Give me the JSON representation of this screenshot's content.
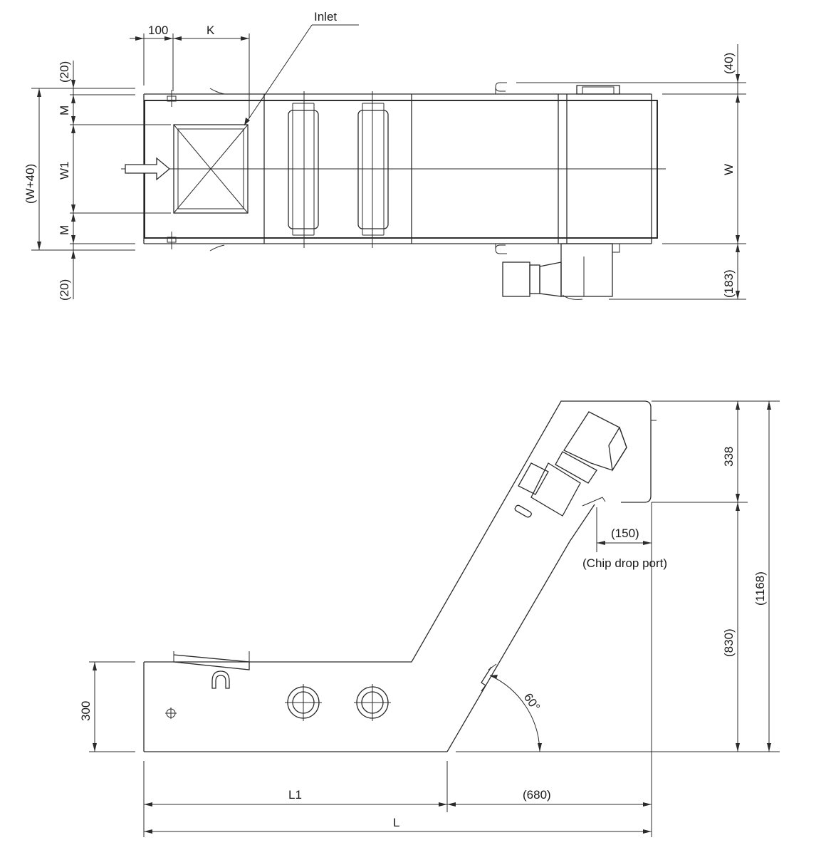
{
  "labels": {
    "inlet": "Inlet",
    "chip_drop_port": "(Chip drop port)",
    "angle": "60°"
  },
  "dims": {
    "d100": "100",
    "K": "K",
    "top_20": "(20)",
    "bottom_20": "(20)",
    "M_top": "M",
    "M_bottom": "M",
    "W1": "W1",
    "W_plus_40": "(W+40)",
    "top_40": "(40)",
    "W": "W",
    "d183": "(183)",
    "d338": "338",
    "d150": "(150)",
    "d1168": "(1168)",
    "d830": "(830)",
    "d300": "300",
    "L1": "L1",
    "d680": "(680)",
    "L": "L"
  }
}
